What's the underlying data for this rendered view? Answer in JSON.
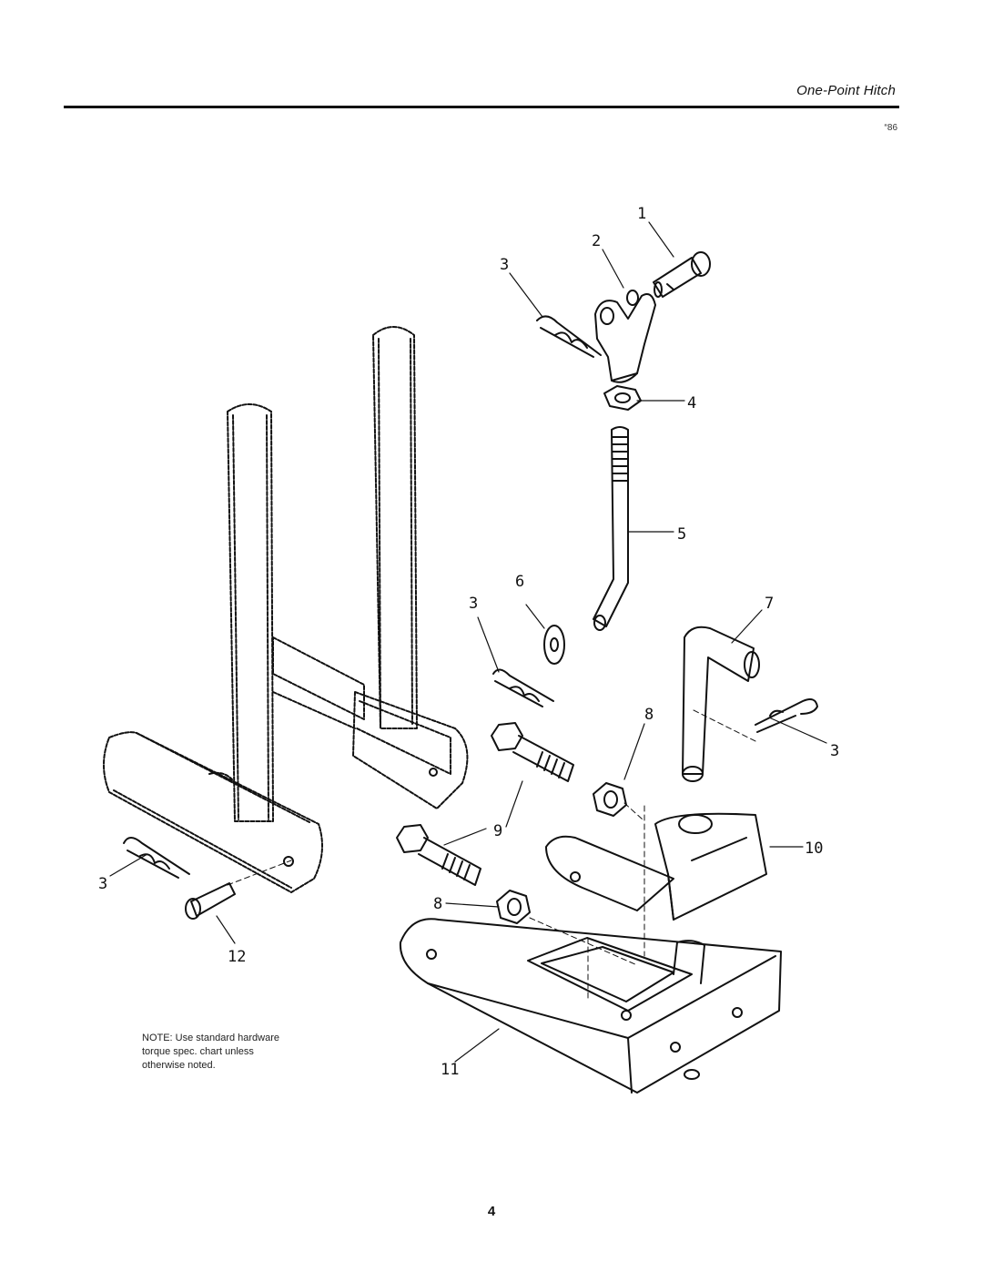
{
  "header": {
    "title": "One-Point Hitch",
    "doc_code": "“86"
  },
  "diagram": {
    "callouts": [
      "1",
      "2",
      "3",
      "4",
      "5",
      "6",
      "3",
      "7",
      "3",
      "8",
      "9",
      "10",
      "3",
      "8",
      "12",
      "11"
    ]
  },
  "note": {
    "lines": [
      "NOTE: Use standard hardware",
      "torque spec. chart unless",
      "otherwise noted."
    ]
  },
  "footer": {
    "page_number": "4"
  }
}
